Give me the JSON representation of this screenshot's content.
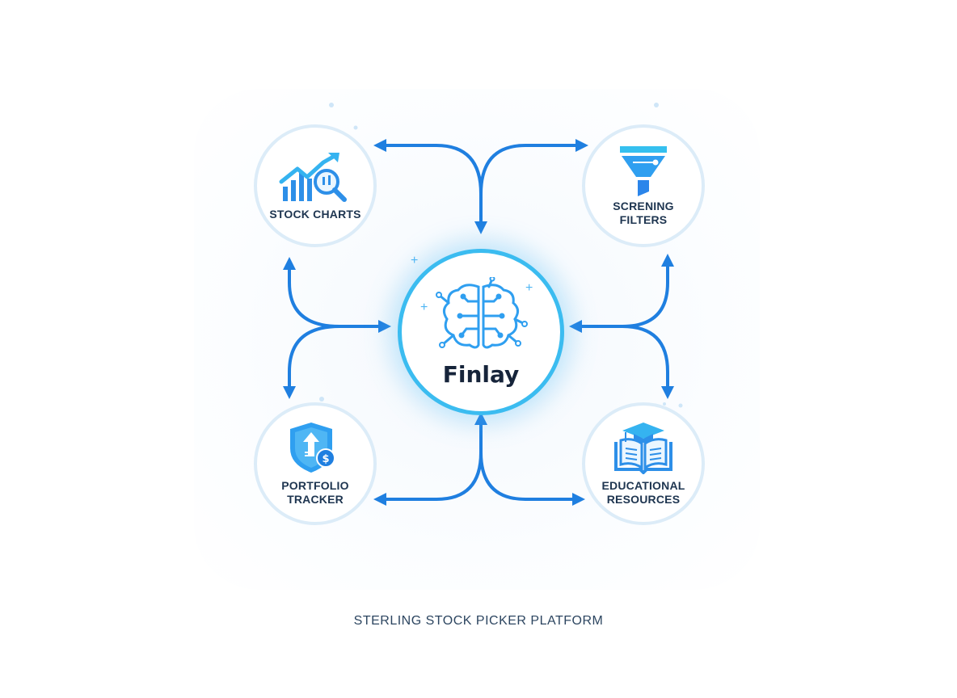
{
  "diagram": {
    "center": {
      "label": "Finlay",
      "icon": "brain-circuit-icon"
    },
    "nodes": [
      {
        "id": "stock-charts",
        "label_lines": [
          "STOCK CHARTS"
        ],
        "icon": "chart-magnifier-icon",
        "position": "top-left"
      },
      {
        "id": "screening-filters",
        "label_lines": [
          "SCRENING",
          "FILTERS"
        ],
        "icon": "funnel-icon",
        "position": "top-right"
      },
      {
        "id": "portfolio-tracker",
        "label_lines": [
          "PORTFOLIO",
          "TRACKER"
        ],
        "icon": "shield-dollar-icon",
        "position": "bottom-left"
      },
      {
        "id": "educational-resources",
        "label_lines": [
          "EDUCATIONAL",
          "RESOURCES"
        ],
        "icon": "book-graduation-cap-icon",
        "position": "bottom-right"
      }
    ],
    "footer": "STERLING STOCK PICKER PLATFORM",
    "colors": {
      "arrow": "#1f7fe0",
      "center_ring": "#3bbcf0",
      "node_ring": "#dcecf8",
      "text": "#1e3550"
    }
  }
}
